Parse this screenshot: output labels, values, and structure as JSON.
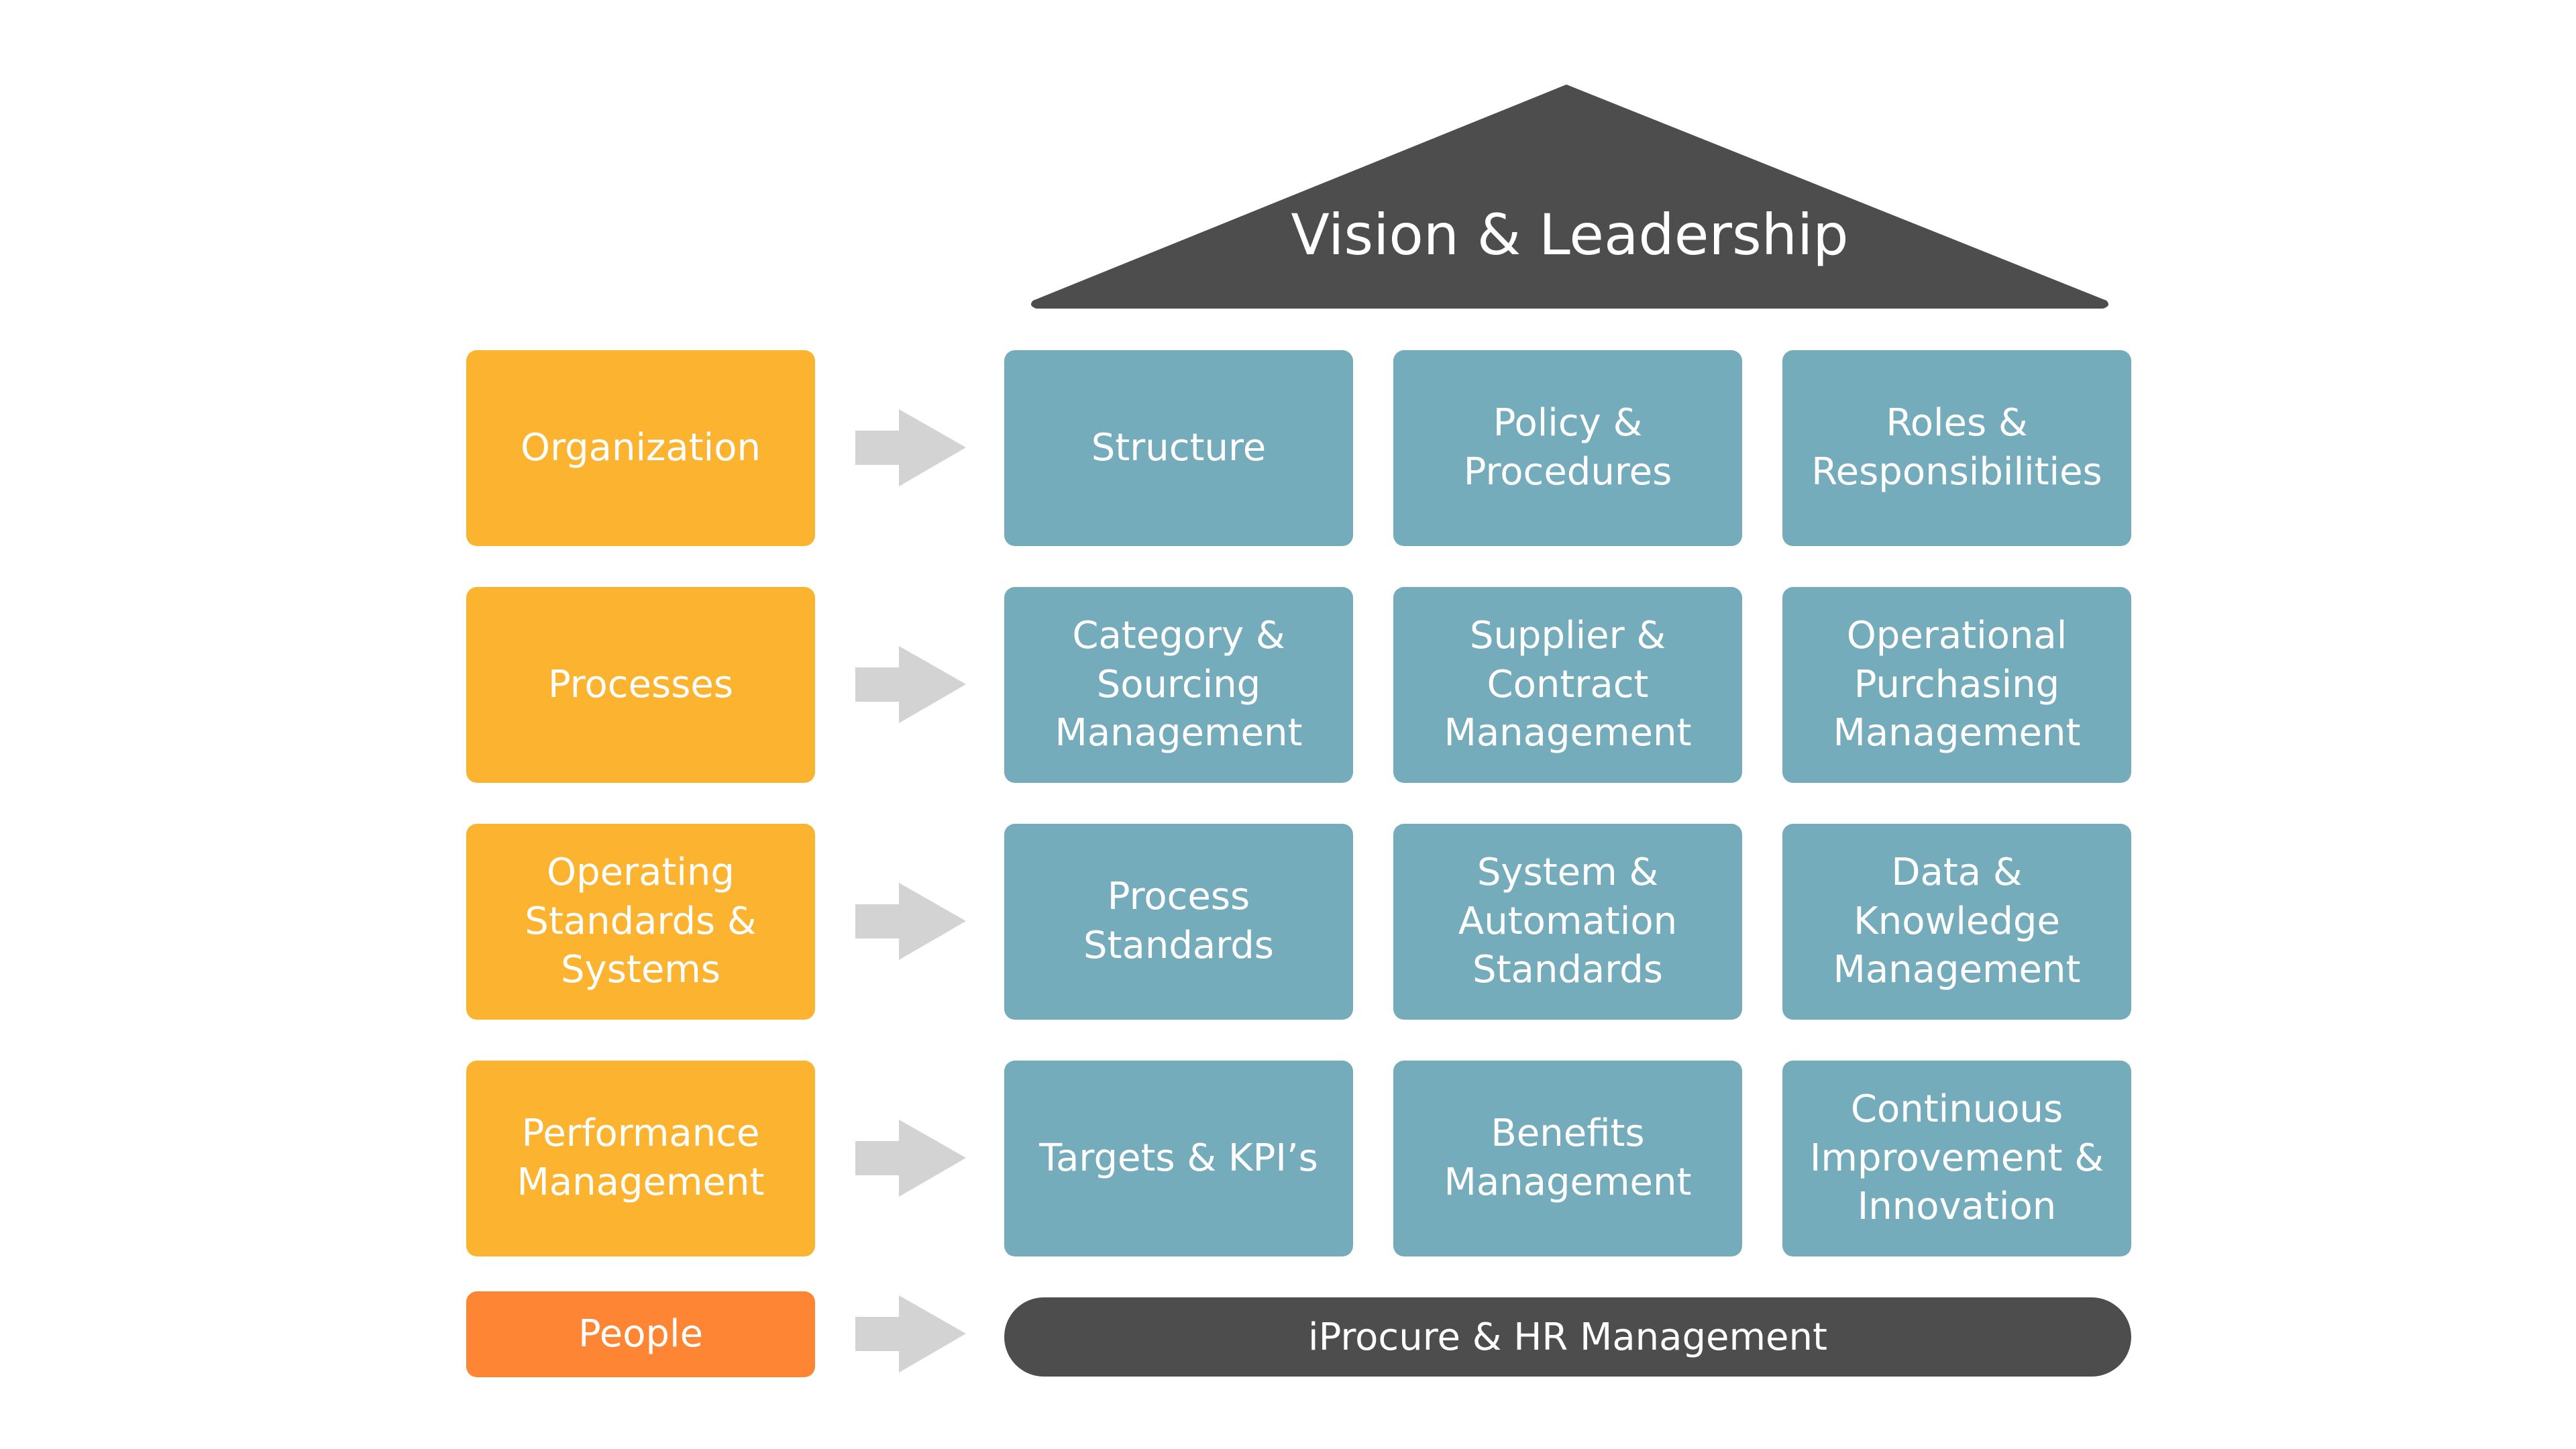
{
  "roof": {
    "title": "Vision & Leadership"
  },
  "rows": [
    {
      "category": "Organization",
      "items": [
        "Structure",
        "Policy &\nProcedures",
        "Roles &\nResponsibilities"
      ]
    },
    {
      "category": "Processes",
      "items": [
        "Category &\nSourcing\nManagement",
        "Supplier &\nContract\nManagement",
        "Operational\nPurchasing\nManagement"
      ]
    },
    {
      "category": "Operating\nStandards &\nSystems",
      "items": [
        "Process\nStandards",
        "System &\nAutomation\nStandards",
        "Data &\nKnowledge\nManagement"
      ]
    },
    {
      "category": "Performance\nManagement",
      "items": [
        "Targets & KPI’s",
        "Benefits\nManagement",
        "Continuous\nImprovement &\nInnovation"
      ]
    }
  ],
  "people": {
    "category": "People",
    "foundation": "iProcure & HR Management"
  },
  "colors": {
    "category": "#FBB330",
    "people": "#FE8534",
    "cell": "#75ACBB",
    "roof": "#4D4D4D",
    "arrow": "#D3D3D3"
  }
}
